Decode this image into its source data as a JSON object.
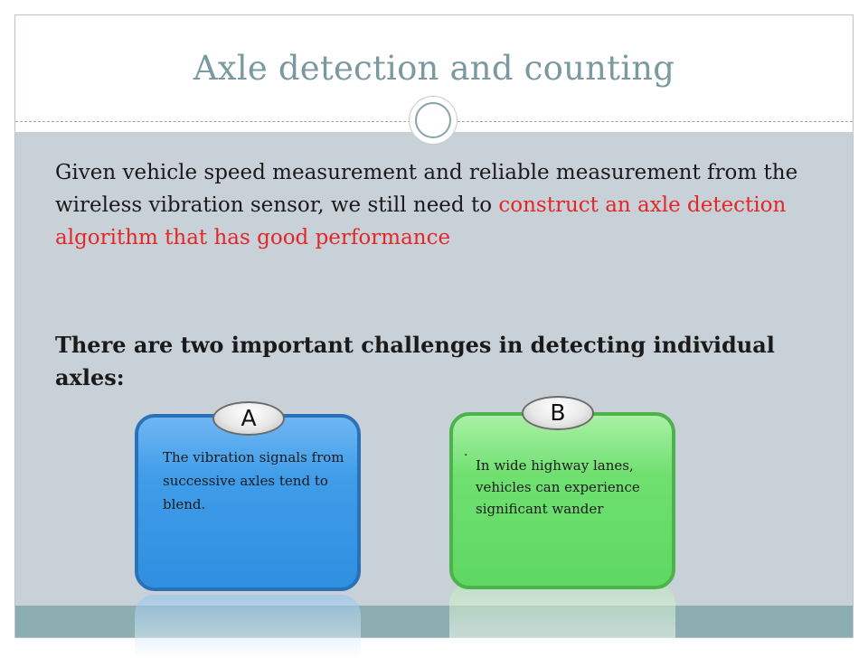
{
  "slide": {
    "title": "Axle detection and counting",
    "intro_text_before": "Given vehicle speed measurement and reliable measurement from the wireless vibration sensor, we still need to ",
    "intro_text_highlight": "construct an axle detection algorithm that has good performance",
    "challenge_heading": "There are two important challenges in detecting individual axles:",
    "cards": [
      {
        "badge": "A",
        "text": "The vibration signals from successive axles tend to blend."
      },
      {
        "badge": "B",
        "bullet": "·",
        "text": "In wide highway lanes, vehicles can experience significant wander"
      }
    ]
  },
  "colors": {
    "title": "#7a9aa0",
    "highlight": "#e32626",
    "content_band": "#c8d1d8",
    "bottom_band": "#8daeb1",
    "card_a": "#3f9de9",
    "card_b": "#6fe070"
  }
}
